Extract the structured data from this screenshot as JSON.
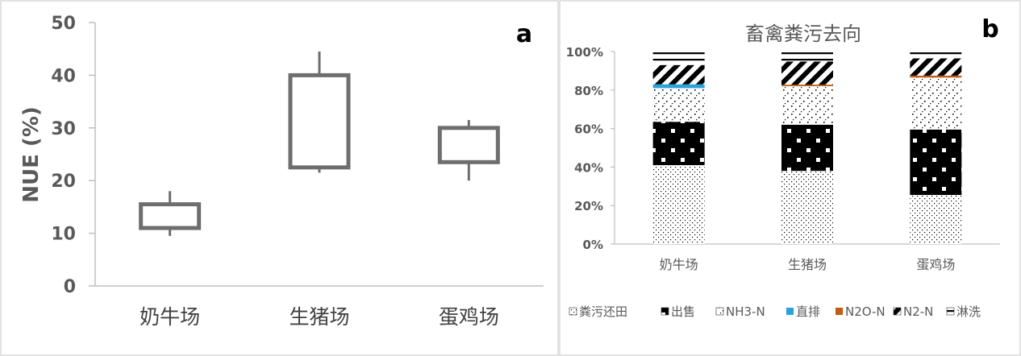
{
  "colors": {
    "panel_border": "#d9d9d9",
    "box_stroke": "#6e6e6e",
    "axis": "#bfbfbf",
    "tick_text_a": "#595959",
    "tick_text_b": "#595959",
    "label_text": "#404040",
    "black": "#000000",
    "blue": "#29a3dc",
    "orange": "#c55a11",
    "bg": "#ffffff"
  },
  "chart_data": [
    {
      "panel": "a",
      "type": "boxplot",
      "panel_letter": "a",
      "ylabel": "NUE (%)",
      "ylim": [
        0,
        50
      ],
      "yticks": [
        0,
        10,
        20,
        30,
        40,
        50
      ],
      "categories": [
        "奶牛场",
        "生猪场",
        "蛋鸡场"
      ],
      "series": [
        {
          "category": "奶牛场",
          "whisker_low": 9.5,
          "q1": 11,
          "q3": 15.5,
          "whisker_high": 18
        },
        {
          "category": "生猪场",
          "whisker_low": 21.5,
          "q1": 22.5,
          "q3": 40,
          "whisker_high": 44.5
        },
        {
          "category": "蛋鸡场",
          "whisker_low": 20,
          "q1": 23.5,
          "q3": 30,
          "whisker_high": 31.5
        }
      ],
      "grid": false,
      "legend": "none"
    },
    {
      "panel": "b",
      "type": "bar",
      "stacked": true,
      "percent": true,
      "panel_letter": "b",
      "title": "畜禽粪污去向",
      "ylim": [
        0,
        100
      ],
      "yticks": [
        "0%",
        "20%",
        "40%",
        "60%",
        "80%",
        "100%"
      ],
      "categories": [
        "奶牛场",
        "生猪场",
        "蛋鸡场"
      ],
      "series": [
        {
          "name": "粪污还田",
          "values": [
            41,
            38,
            25.5
          ]
        },
        {
          "name": "出售",
          "values": [
            22.5,
            24,
            34
          ]
        },
        {
          "name": "NH3-N",
          "values": [
            17.5,
            20,
            27
          ]
        },
        {
          "name": "直排",
          "values": [
            2,
            0,
            0
          ]
        },
        {
          "name": "N2O-N",
          "values": [
            0,
            0.8,
            1
          ]
        },
        {
          "name": "N2-N",
          "values": [
            10,
            12,
            9
          ]
        },
        {
          "name": "淋洗",
          "values": [
            7,
            5.2,
            3.5
          ]
        }
      ],
      "legend_position": "bottom",
      "grid": false
    }
  ]
}
